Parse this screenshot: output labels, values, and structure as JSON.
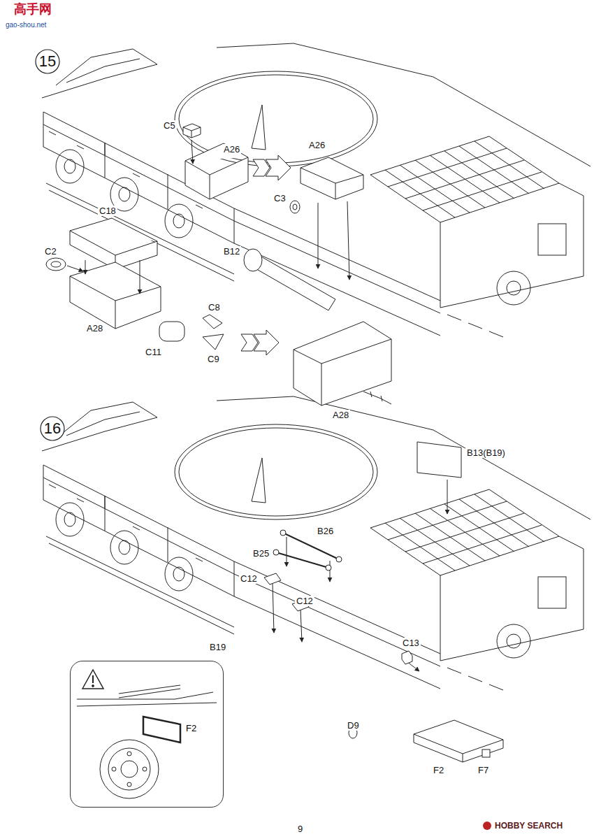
{
  "diagram": {
    "nodes": [
      {
        "text": [
          "15"
        ]
      },
      {
        "text": [
          "16"
        ]
      },
      {
        "text": [
          "F2"
        ]
      }
    ],
    "labels": [
      "高手网",
      "gao-shou.net",
      "C5",
      "A26",
      "A26",
      "C3",
      "C18",
      "C2",
      "B12",
      "C8",
      "A28",
      "C11",
      "C9",
      "A28",
      "B13(B19)",
      "B26",
      "B25",
      "C12",
      "C12",
      "B19",
      "C13",
      "D9",
      "F2",
      "F7",
      "9",
      "HOBBY SEARCH"
    ]
  }
}
